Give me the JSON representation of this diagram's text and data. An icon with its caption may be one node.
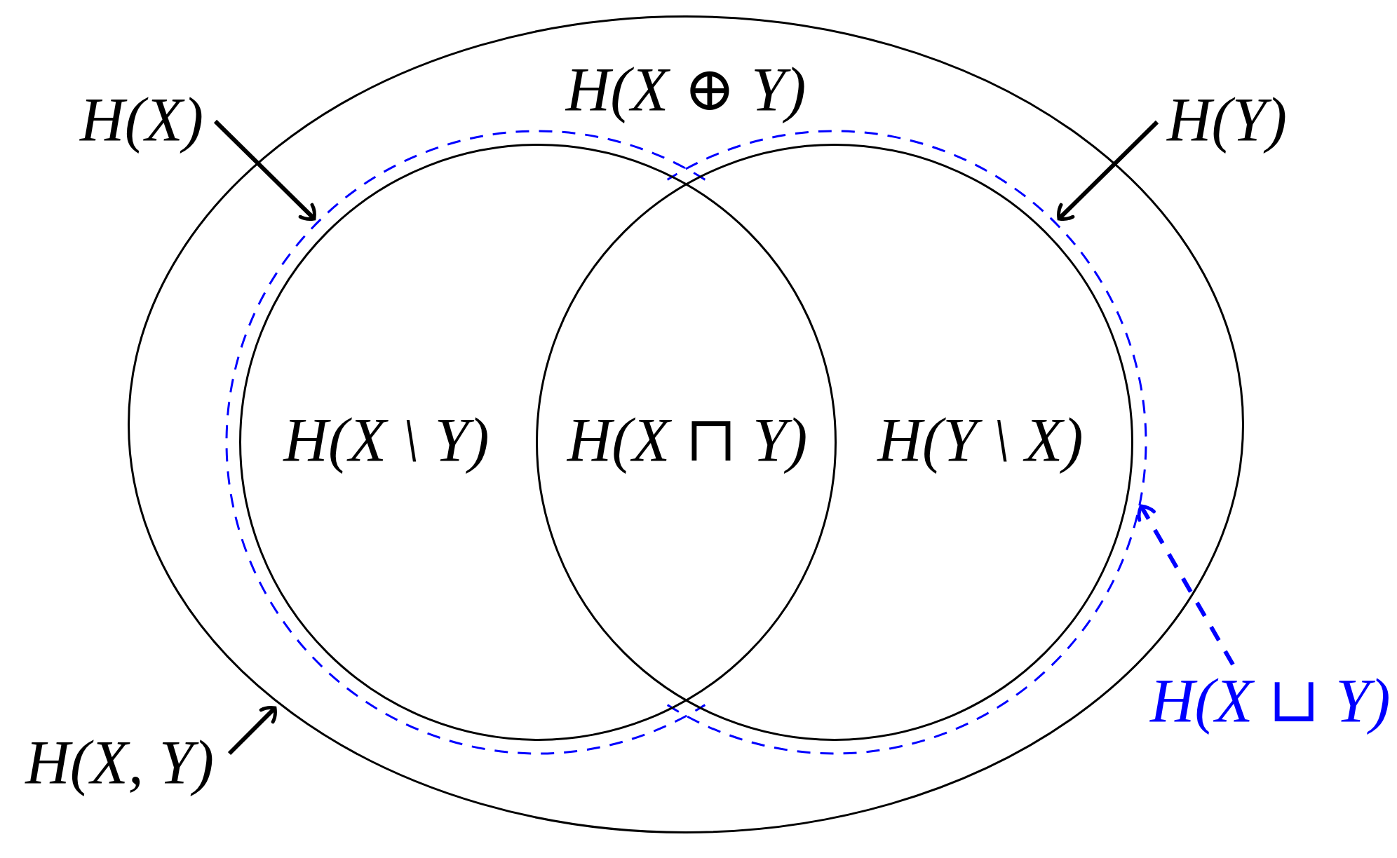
{
  "diagram": {
    "nodes": [
      {
        "text": [
          "H(X)"
        ]
      },
      {
        "text": [
          "H(X ⊕ Y)"
        ]
      },
      {
        "text": [
          "H(Y)"
        ]
      },
      {
        "text": [],
        "shape": "outline",
        "in": 1
      },
      {
        "text": [
          "H(X \\ Y)"
        ],
        "in": 3
      },
      {
        "text": [
          "H(Y \\ X)"
        ],
        "in": 3
      },
      {
        "text": [
          "H(X, Y)"
        ]
      },
      {
        "text": [
          "H(X ⊔ Y)"
        ]
      }
    ],
    "edges": [
      {
        "from": 0,
        "to": 4,
        "arrow": "to"
      },
      {
        "from": 2,
        "to": 5,
        "arrow": "to"
      },
      {
        "from": 6,
        "to": 1,
        "arrow": "to"
      },
      {
        "from": 7,
        "to": 3,
        "arrow": "to",
        "style": "dashed",
        "color": "#0000ff"
      }
    ],
    "labels": [
      "H(X ⊓ Y)"
    ]
  }
}
